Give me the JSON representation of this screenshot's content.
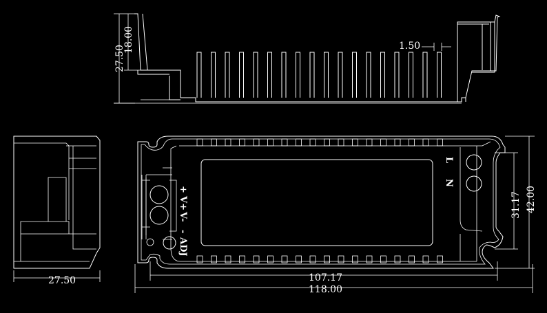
{
  "colors": {
    "background": "#000000",
    "line": "#ffffff"
  },
  "drawing": {
    "top_view": {
      "dim_overall_height": "27.50",
      "dim_inner_height": "18.00",
      "dim_fin": "1.50"
    },
    "side_view": {
      "dim_depth": "27.50"
    },
    "front_view": {
      "dim_inner_length": "107.17",
      "dim_total_length": "118.00",
      "dim_inner_width": "31.17",
      "dim_total_width": "42.00",
      "terminal_labels": {
        "plus": "+",
        "v_plus": "V+",
        "minus": "-",
        "v_minus": "V-",
        "adj": "ADJ",
        "n": "N",
        "l": "L"
      }
    }
  }
}
